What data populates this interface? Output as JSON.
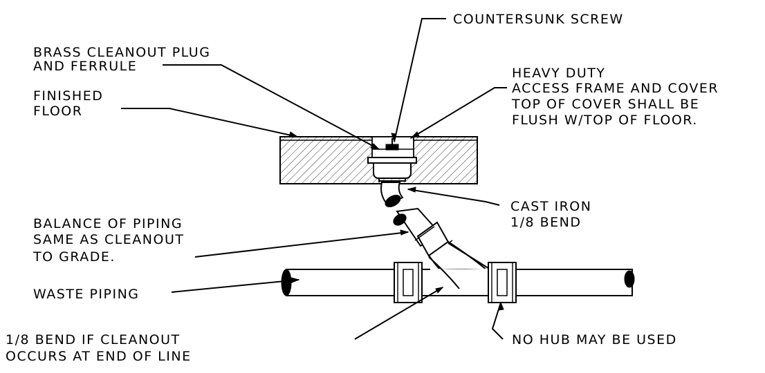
{
  "labels": {
    "countersunk_screw": "COUNTERSUNK SCREW",
    "brass_plug_1": "BRASS CLEANOUT PLUG",
    "brass_plug_2": "AND FERRULE",
    "heavy_duty_1": "HEAVY DUTY",
    "heavy_duty_2": "ACCESS FRAME AND COVER",
    "heavy_duty_3": "TOP OF COVER SHALL BE",
    "heavy_duty_4": "FLUSH W/TOP OF FLOOR.",
    "finished_floor_1": "FINISHED",
    "finished_floor_2": "FLOOR",
    "cast_iron_1": "CAST IRON",
    "cast_iron_2": "1/8 BEND",
    "balance_1": "BALANCE OF PIPING",
    "balance_2": "SAME AS CLEANOUT",
    "balance_3": "TO GRADE.",
    "waste_piping": "WASTE PIPING",
    "no_hub": "NO HUB MAY BE USED",
    "bend_1": "1/8 BEND IF CLEANOUT",
    "bend_2": "OCCURS AT END OF LINE"
  }
}
